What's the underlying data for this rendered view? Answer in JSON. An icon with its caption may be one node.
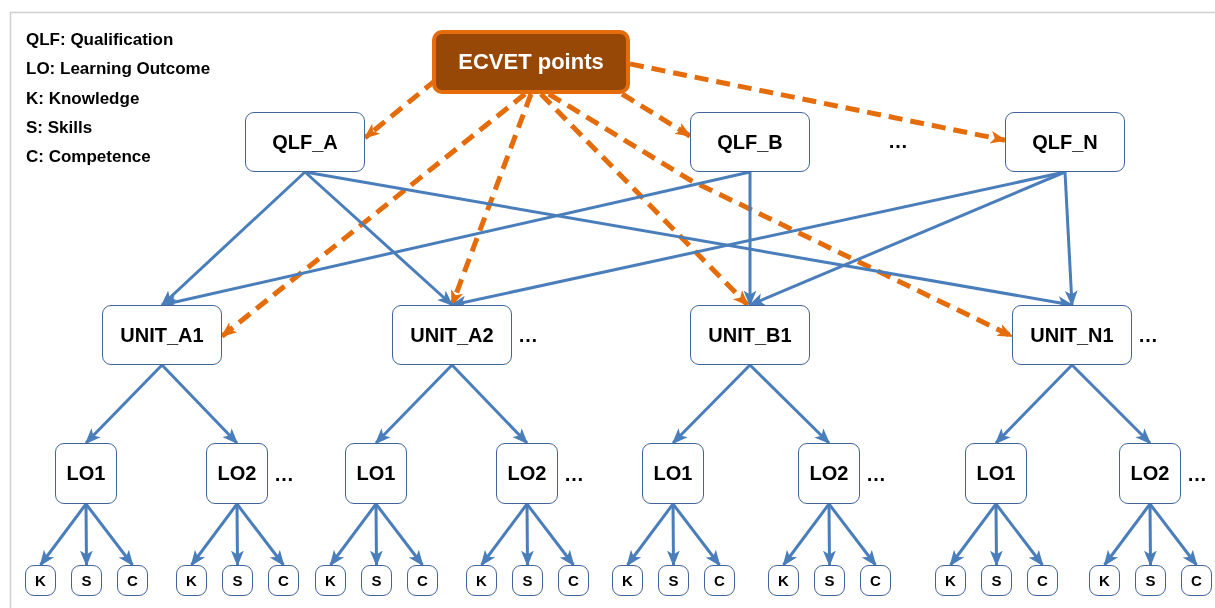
{
  "diagram": {
    "nodes": [
      {
        "text": [
          "ECVET points"
        ]
      },
      {
        "text": [
          "QLF_A"
        ]
      },
      {
        "text": [
          "QLF_B"
        ]
      },
      {
        "text": [
          "QLF_N"
        ]
      },
      {
        "text": [
          "UNIT_A1"
        ]
      },
      {
        "text": [
          "UNIT_A2"
        ],
        "beside": [
          "…"
        ]
      },
      {
        "text": [
          "UNIT_B1"
        ]
      },
      {
        "text": [
          "UNIT_N1"
        ],
        "beside": [
          "…"
        ]
      },
      {
        "text": [
          "LO1"
        ]
      },
      {
        "text": [
          "LO2"
        ],
        "beside": [
          "…"
        ]
      },
      {
        "text": [
          "LO1"
        ]
      },
      {
        "text": [
          "LO2"
        ],
        "beside": [
          "…"
        ]
      },
      {
        "text": [
          "LO1"
        ]
      },
      {
        "text": [
          "LO2"
        ],
        "beside": [
          "…"
        ]
      },
      {
        "text": [
          "LO1"
        ]
      },
      {
        "text": [
          "LO2"
        ],
        "beside": [
          "…"
        ]
      },
      {
        "text": [
          "K"
        ]
      },
      {
        "text": [
          "S"
        ]
      },
      {
        "text": [
          "C"
        ]
      },
      {
        "text": [
          "K"
        ]
      },
      {
        "text": [
          "S"
        ]
      },
      {
        "text": [
          "C"
        ]
      },
      {
        "text": [
          "K"
        ]
      },
      {
        "text": [
          "S"
        ]
      },
      {
        "text": [
          "C"
        ]
      },
      {
        "text": [
          "K"
        ]
      },
      {
        "text": [
          "S"
        ]
      },
      {
        "text": [
          "C"
        ]
      },
      {
        "text": [
          "K"
        ]
      },
      {
        "text": [
          "S"
        ]
      },
      {
        "text": [
          "C"
        ]
      },
      {
        "text": [
          "K"
        ]
      },
      {
        "text": [
          "S"
        ]
      },
      {
        "text": [
          "C"
        ]
      },
      {
        "text": [
          "K"
        ]
      },
      {
        "text": [
          "S"
        ]
      },
      {
        "text": [
          "C"
        ]
      },
      {
        "text": [
          "K"
        ]
      },
      {
        "text": [
          "S"
        ]
      },
      {
        "text": [
          "C"
        ]
      }
    ],
    "edges": [
      {
        "from": 0,
        "to": 1,
        "arrow": "to",
        "style": "dashed",
        "color": "#e46c0a"
      },
      {
        "from": 0,
        "to": 2,
        "arrow": "to",
        "style": "dashed",
        "color": "#e46c0a"
      },
      {
        "from": 0,
        "to": 3,
        "arrow": "to",
        "style": "dashed",
        "color": "#e46c0a"
      },
      {
        "from": 0,
        "to": 4,
        "arrow": "to",
        "style": "dashed",
        "color": "#e46c0a"
      },
      {
        "from": 0,
        "to": 5,
        "arrow": "to",
        "style": "dashed",
        "color": "#e46c0a"
      },
      {
        "from": 0,
        "to": 6,
        "arrow": "to",
        "style": "dashed",
        "color": "#e46c0a"
      },
      {
        "from": 0,
        "to": 7,
        "arrow": "to",
        "style": "dashed",
        "color": "#e46c0a"
      },
      {
        "from": 1,
        "to": 4,
        "arrow": "to"
      },
      {
        "from": 1,
        "to": 5,
        "arrow": "to"
      },
      {
        "from": 1,
        "to": 7,
        "arrow": "to"
      },
      {
        "from": 2,
        "to": 4,
        "arrow": "to"
      },
      {
        "from": 2,
        "to": 6,
        "arrow": "to"
      },
      {
        "from": 3,
        "to": 5,
        "arrow": "to"
      },
      {
        "from": 3,
        "to": 6,
        "arrow": "to"
      },
      {
        "from": 3,
        "to": 7,
        "arrow": "to"
      },
      {
        "from": 4,
        "to": 8,
        "arrow": "to"
      },
      {
        "from": 4,
        "to": 9,
        "arrow": "to"
      },
      {
        "from": 5,
        "to": 10,
        "arrow": "to"
      },
      {
        "from": 5,
        "to": 11,
        "arrow": "to"
      },
      {
        "from": 6,
        "to": 12,
        "arrow": "to"
      },
      {
        "from": 6,
        "to": 13,
        "arrow": "to"
      },
      {
        "from": 7,
        "to": 14,
        "arrow": "to"
      },
      {
        "from": 7,
        "to": 15,
        "arrow": "to"
      },
      {
        "from": 8,
        "to": 16,
        "arrow": "to"
      },
      {
        "from": 8,
        "to": 17,
        "arrow": "to"
      },
      {
        "from": 8,
        "to": 18,
        "arrow": "to"
      },
      {
        "from": 9,
        "to": 19,
        "arrow": "to"
      },
      {
        "from": 9,
        "to": 20,
        "arrow": "to"
      },
      {
        "from": 9,
        "to": 21,
        "arrow": "to"
      },
      {
        "from": 10,
        "to": 22,
        "arrow": "to"
      },
      {
        "from": 10,
        "to": 23,
        "arrow": "to"
      },
      {
        "from": 10,
        "to": 24,
        "arrow": "to"
      },
      {
        "from": 11,
        "to": 25,
        "arrow": "to"
      },
      {
        "from": 11,
        "to": 26,
        "arrow": "to"
      },
      {
        "from": 11,
        "to": 27,
        "arrow": "to"
      },
      {
        "from": 12,
        "to": 28,
        "arrow": "to"
      },
      {
        "from": 12,
        "to": 29,
        "arrow": "to"
      },
      {
        "from": 12,
        "to": 30,
        "arrow": "to"
      },
      {
        "from": 13,
        "to": 31,
        "arrow": "to"
      },
      {
        "from": 13,
        "to": 32,
        "arrow": "to"
      },
      {
        "from": 13,
        "to": 33,
        "arrow": "to"
      },
      {
        "from": 14,
        "to": 34,
        "arrow": "to"
      },
      {
        "from": 14,
        "to": 35,
        "arrow": "to"
      },
      {
        "from": 14,
        "to": 36,
        "arrow": "to"
      },
      {
        "from": 15,
        "to": 37,
        "arrow": "to"
      },
      {
        "from": 15,
        "to": 38,
        "arrow": "to"
      },
      {
        "from": 15,
        "to": 39,
        "arrow": "to"
      }
    ],
    "labels": [
      "QLF: Qualification",
      "LO: Learning Outcome",
      "K: Knowledge",
      "S: Skills",
      "C: Competence",
      "…"
    ]
  }
}
